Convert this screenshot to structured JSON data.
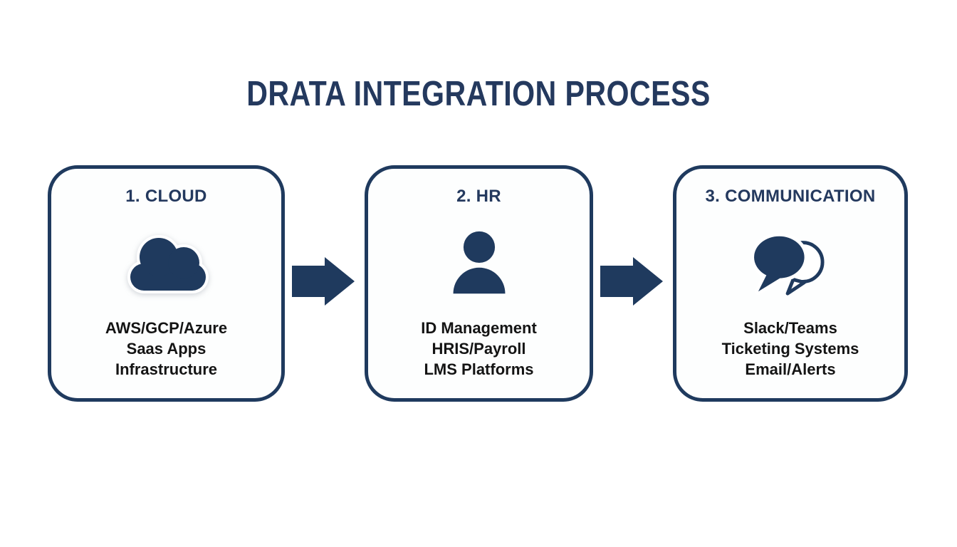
{
  "title": "DRATA INTEGRATION PROCESS",
  "colors": {
    "navy": "#1f3a5e",
    "heading_navy": "#24395e",
    "body_text": "#141414",
    "background": "#ffffff"
  },
  "steps": [
    {
      "heading": "1. CLOUD",
      "icon": "cloud-icon",
      "lines": [
        "AWS/GCP/Azure",
        "Saas Apps",
        "Infrastructure"
      ]
    },
    {
      "heading": "2. HR",
      "icon": "person-icon",
      "lines": [
        "ID Management",
        "HRIS/Payroll",
        "LMS Platforms"
      ]
    },
    {
      "heading": "3. COMMUNICATION",
      "icon": "chat-bubbles-icon",
      "lines": [
        "Slack/Teams",
        "Ticketing Systems",
        "Email/Alerts"
      ]
    }
  ],
  "connectors": [
    {
      "icon": "arrow-right-icon"
    },
    {
      "icon": "arrow-right-icon"
    }
  ]
}
